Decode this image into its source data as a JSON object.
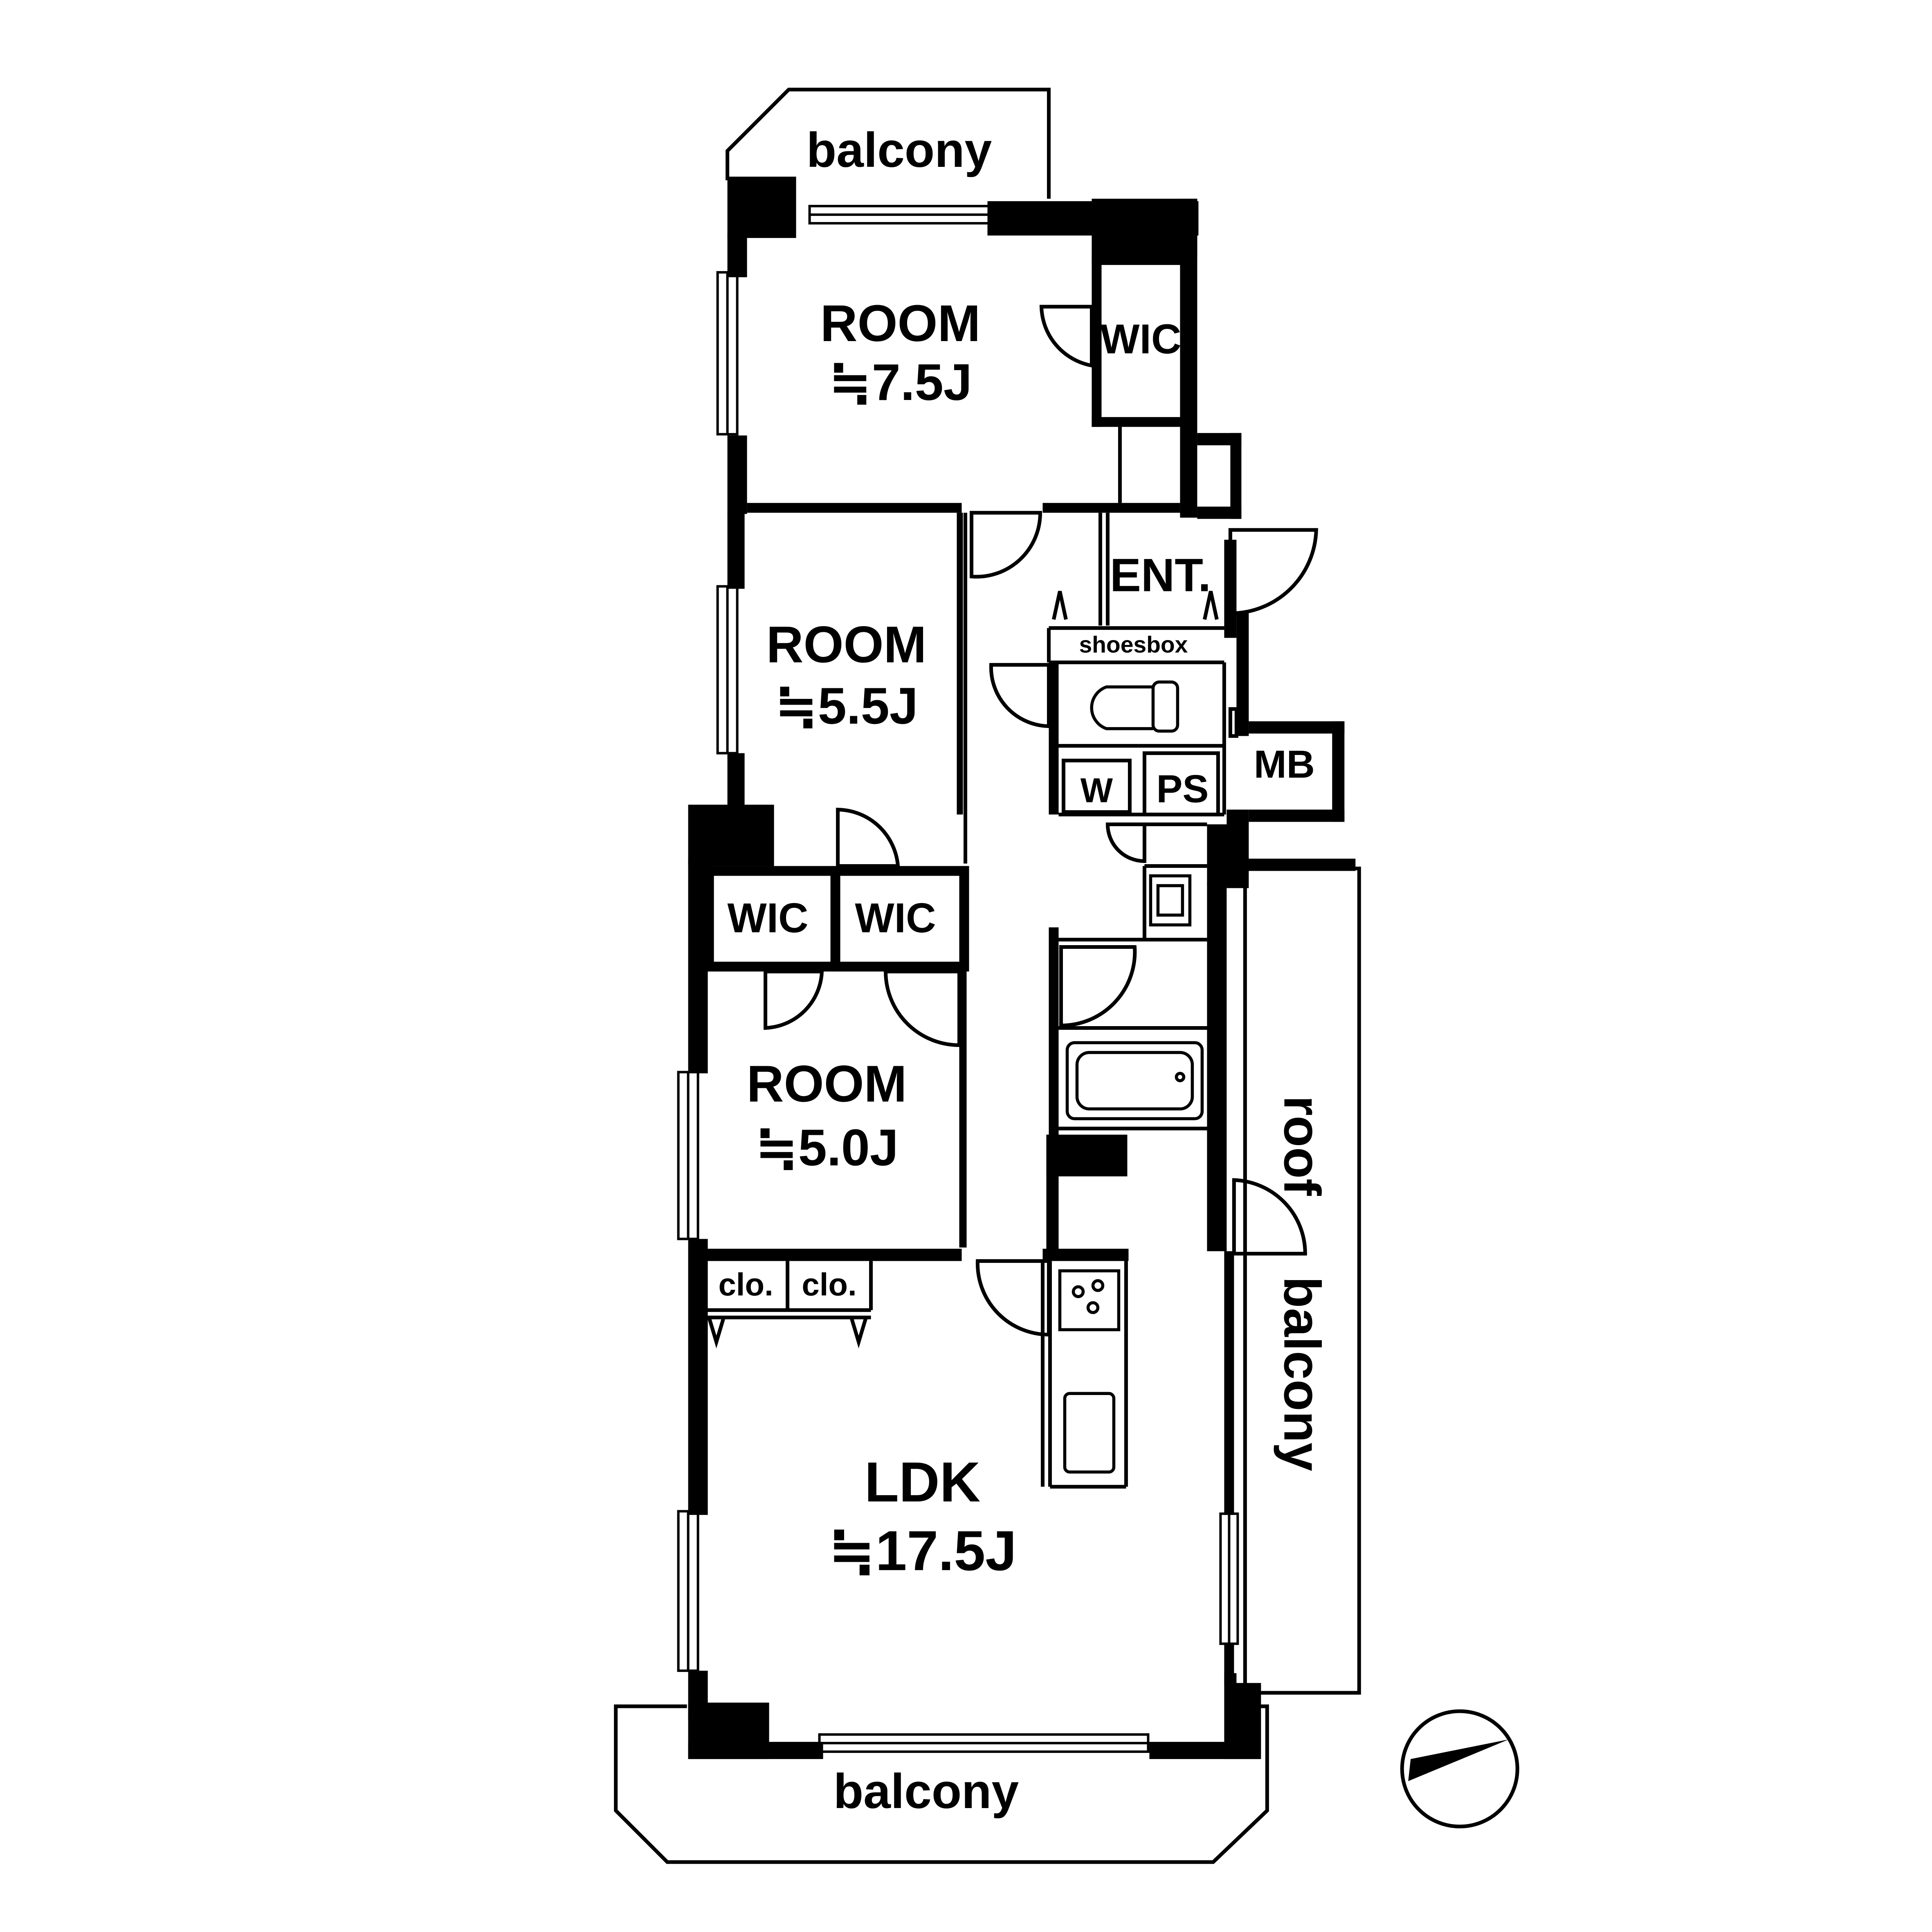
{
  "rooms": {
    "room_north": {
      "name": "ROOM",
      "size": "≒7.5J"
    },
    "room_middle": {
      "name": "ROOM",
      "size": "≒5.5J"
    },
    "room_south": {
      "name": "ROOM",
      "size": "≒5.0J"
    },
    "ldk": {
      "name": "LDK",
      "size": "≒17.5J"
    }
  },
  "labels": {
    "balcony_north": "balcony",
    "balcony_south": "balcony",
    "roof_balcony_roof": "roof",
    "roof_balcony_balcony": "balcony",
    "wic_north": "WIC",
    "wic_left": "WIC",
    "wic_right": "WIC",
    "entrance": "ENT.",
    "shoesbox": "shoesbox",
    "washer": "W",
    "pipe_space": "PS",
    "meter_box": "MB",
    "closet_1": "clo.",
    "closet_2": "clo."
  },
  "colors": {
    "wall": "#000000",
    "background": "#ffffff"
  },
  "icons": [
    "compass-icon",
    "toilet-icon",
    "bathtub-icon",
    "sink-icon",
    "stove-icon"
  ]
}
